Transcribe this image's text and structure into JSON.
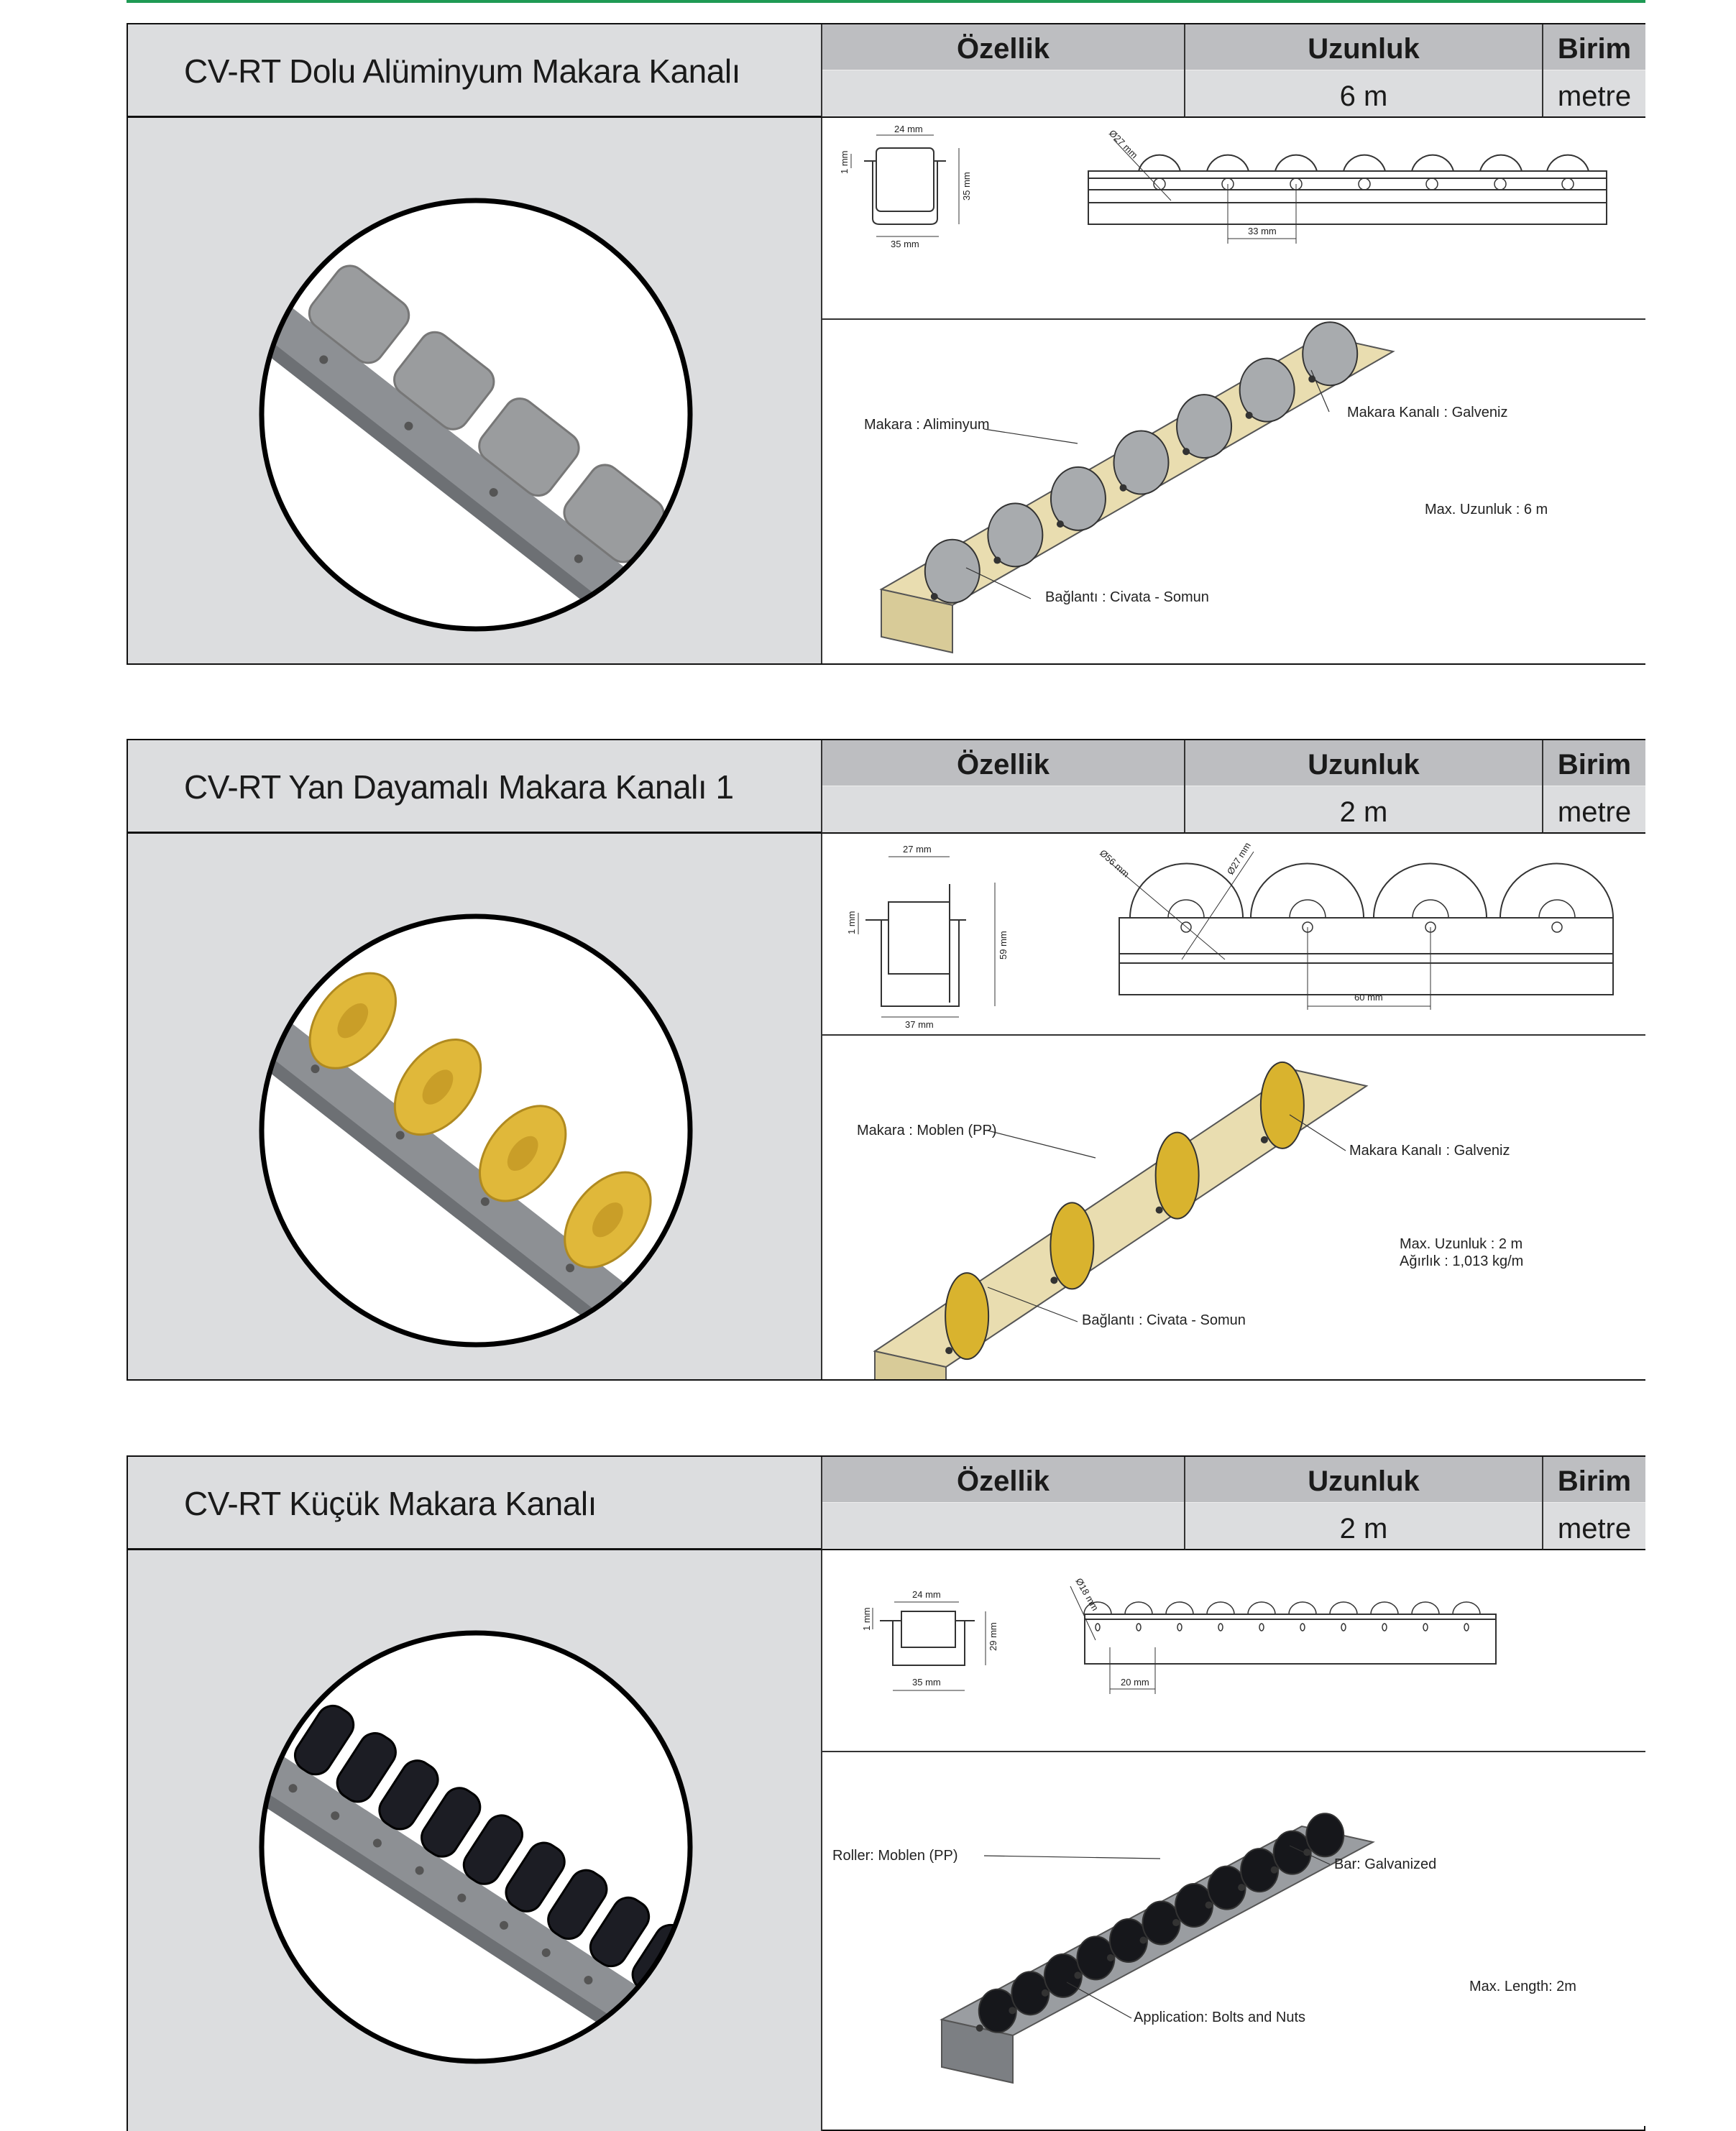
{
  "products": [
    {
      "title": "CV-RT Dolu Alüminyum Makara Kanalı",
      "headers": {
        "feature": "Özellik",
        "length": "Uzunluk",
        "unit": "Birim"
      },
      "values": {
        "feature": "",
        "length": "6 m",
        "unit": "metre"
      },
      "roller_color": "#9a9c9e",
      "drawing": {
        "top_width": "24 mm",
        "thickness": "1 mm",
        "height": "35 mm",
        "bottom_width": "35 mm",
        "diameter": "Ø27 mm",
        "pitch": "33 mm"
      },
      "iso": {
        "roller": "Makara : Aliminyum",
        "channel": "Makara Kanalı : Galveniz",
        "max_length": "Max. Uzunluk : 6 m",
        "connection": "Bağlantı : Civata - Somun"
      }
    },
    {
      "title": "CV-RT Yan Dayamalı Makara Kanalı 1",
      "headers": {
        "feature": "Özellik",
        "length": "Uzunluk",
        "unit": "Birim"
      },
      "values": {
        "feature": "",
        "length": "2 m",
        "unit": "metre"
      },
      "roller_color": "#e0b83a",
      "drawing": {
        "top_width": "27 mm",
        "thickness": "1 mm",
        "height": "59 mm",
        "bottom_width": "37 mm",
        "diameter_outer": "Ø56 mm",
        "diameter_inner": "Ø27 mm",
        "pitch": "60 mm"
      },
      "iso": {
        "roller": "Makara : Moblen (PP)",
        "channel": "Makara Kanalı : Galveniz",
        "max_length": "Max. Uzunluk :  2 m",
        "weight": "Ağırlık : 1,013 kg/m",
        "connection": "Bağlantı : Civata - Somun"
      }
    },
    {
      "title": "CV-RT Küçük Makara Kanalı",
      "headers": {
        "feature": "Özellik",
        "length": "Uzunluk",
        "unit": "Birim"
      },
      "values": {
        "feature": "",
        "length": "2 m",
        "unit": "metre"
      },
      "roller_color": "#1c1d24",
      "drawing": {
        "top_width": "24 mm",
        "thickness": "1 mm",
        "height": "29 mm",
        "bottom_width": "35 mm",
        "diameter": "Ø18 mm",
        "pitch": "20 mm"
      },
      "iso": {
        "roller": "Roller: Moblen (PP)",
        "channel": "Bar: Galvanized",
        "max_length": "Max. Length: 2m",
        "connection": "Application: Bolts and Nuts"
      }
    }
  ]
}
